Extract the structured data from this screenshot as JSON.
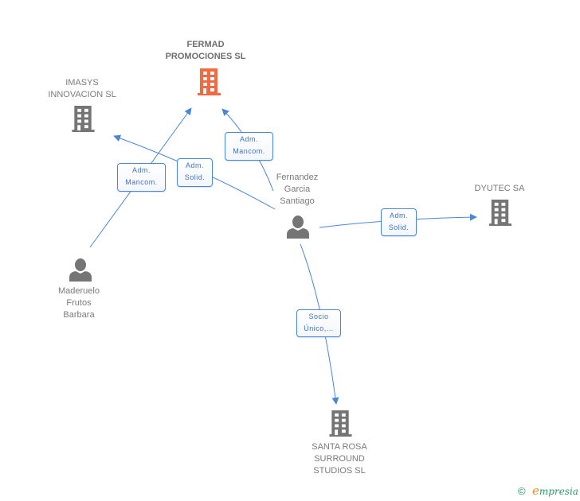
{
  "colors": {
    "edge": "#4a86d8",
    "main_company": "#f26a3f",
    "company": "#757575",
    "person": "#757575",
    "label_text": "#7a7a7a",
    "brand_green": "#2a9a6a",
    "brand_orange": "#f08a1c"
  },
  "nodes": {
    "fermad": {
      "type": "company-main",
      "icon": "building-icon",
      "label_lines": [
        "FERMAD",
        "PROMOCIONES SL"
      ]
    },
    "imasys": {
      "type": "company",
      "icon": "building-icon",
      "label_lines": [
        "IMASYS",
        "INNOVACION SL"
      ]
    },
    "dyutec": {
      "type": "company",
      "icon": "building-icon",
      "label_lines": [
        "DYUTEC SA"
      ]
    },
    "santarosa": {
      "type": "company",
      "icon": "building-icon",
      "label_lines": [
        "SANTA ROSA",
        "SURROUND",
        "STUDIOS SL"
      ]
    },
    "fernandez": {
      "type": "person",
      "icon": "person-icon",
      "label_lines": [
        "Fernandez",
        "Garcia",
        "Santiago"
      ]
    },
    "maderuelo": {
      "type": "person",
      "icon": "person-icon",
      "label_lines": [
        "Maderuelo",
        "Frutos",
        "Barbara"
      ]
    }
  },
  "edges": [
    {
      "from": "maderuelo",
      "to": "fermad",
      "label_lines": [
        "Adm.",
        "Mancom."
      ]
    },
    {
      "from": "fernandez",
      "to": "imasys",
      "label_lines": [
        "Adm.",
        "Solid."
      ]
    },
    {
      "from": "fernandez",
      "to": "fermad",
      "label_lines": [
        "Adm.",
        "Mancom."
      ]
    },
    {
      "from": "fernandez",
      "to": "dyutec",
      "label_lines": [
        "Adm.",
        "Solid."
      ]
    },
    {
      "from": "fernandez",
      "to": "santarosa",
      "label_lines": [
        "Socio",
        "Único,..."
      ]
    }
  ],
  "footer": {
    "copyright_symbol": "©",
    "brand_initial": "e",
    "brand_rest": "mpresia"
  }
}
